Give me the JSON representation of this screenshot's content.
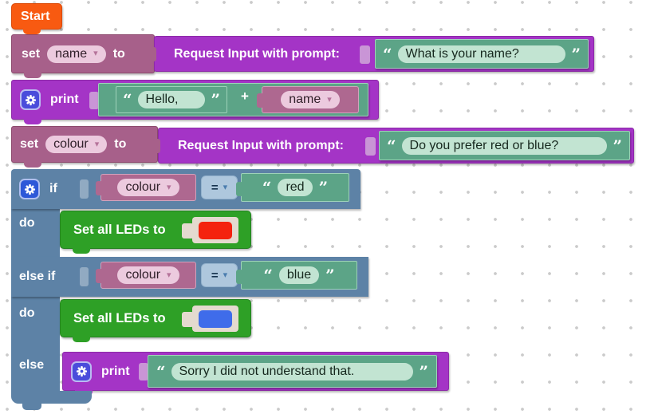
{
  "ui": {
    "open_quote": "“",
    "close_quote": "”",
    "dropdown_arrow": "▾",
    "plus": "+",
    "equals": "="
  },
  "colors": {
    "orange": "#f85a11",
    "mauve": "#a7608a",
    "purple": "#a434c6",
    "teal": "#5ca487",
    "blue": "#5d82a6",
    "green": "#2ea026",
    "led-red": "#f4220e",
    "led-blue": "#3f6cea",
    "gear-purple": "#4a4cdb",
    "gear-blue": "#2d58d8",
    "grid-dot": "#cbcbcb"
  },
  "workspace": {
    "start": {
      "label": "Start"
    },
    "set_name": {
      "keyword_set": "set",
      "variable": "name",
      "keyword_to": "to"
    },
    "request_name": {
      "label": "Request Input with prompt:"
    },
    "prompt_name": {
      "text": "What is your name?"
    },
    "print_hello": {
      "label": "print",
      "string": "Hello,",
      "variable": "name"
    },
    "set_colour": {
      "keyword_set": "set",
      "variable": "colour",
      "keyword_to": "to"
    },
    "request_colour": {
      "label": "Request Input with prompt:"
    },
    "prompt_colour": {
      "text": "Do you prefer red or blue?"
    },
    "if_block": {
      "if_label": "if",
      "do_label": "do",
      "elseif_label": "else if",
      "do2_label": "do",
      "else_label": "else",
      "cond_red": {
        "variable": "colour",
        "value": "red"
      },
      "cond_blue": {
        "variable": "colour",
        "value": "blue"
      },
      "led_red": {
        "label": "Set all LEDs to"
      },
      "led_blue": {
        "label": "Set all LEDs to"
      },
      "print_sorry": {
        "label": "print",
        "text": "Sorry I did not understand that."
      }
    }
  }
}
